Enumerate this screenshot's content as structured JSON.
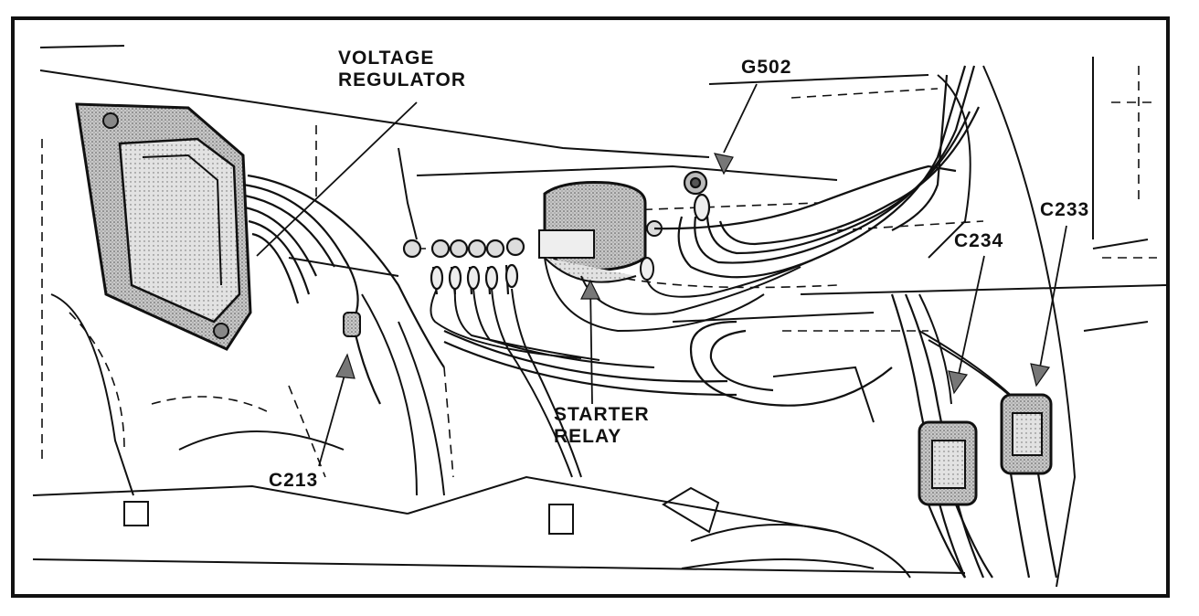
{
  "labels": {
    "voltage_regulator": [
      "VOLTAGE",
      "REGULATOR"
    ],
    "g502": "G502",
    "c233": "C233",
    "c234": "C234",
    "c213": "C213",
    "starter_relay": [
      "STARTER",
      "RELAY"
    ]
  },
  "colors": {
    "ink": "#111111",
    "shade": "#8a8a8a",
    "paper": "#ffffff"
  }
}
